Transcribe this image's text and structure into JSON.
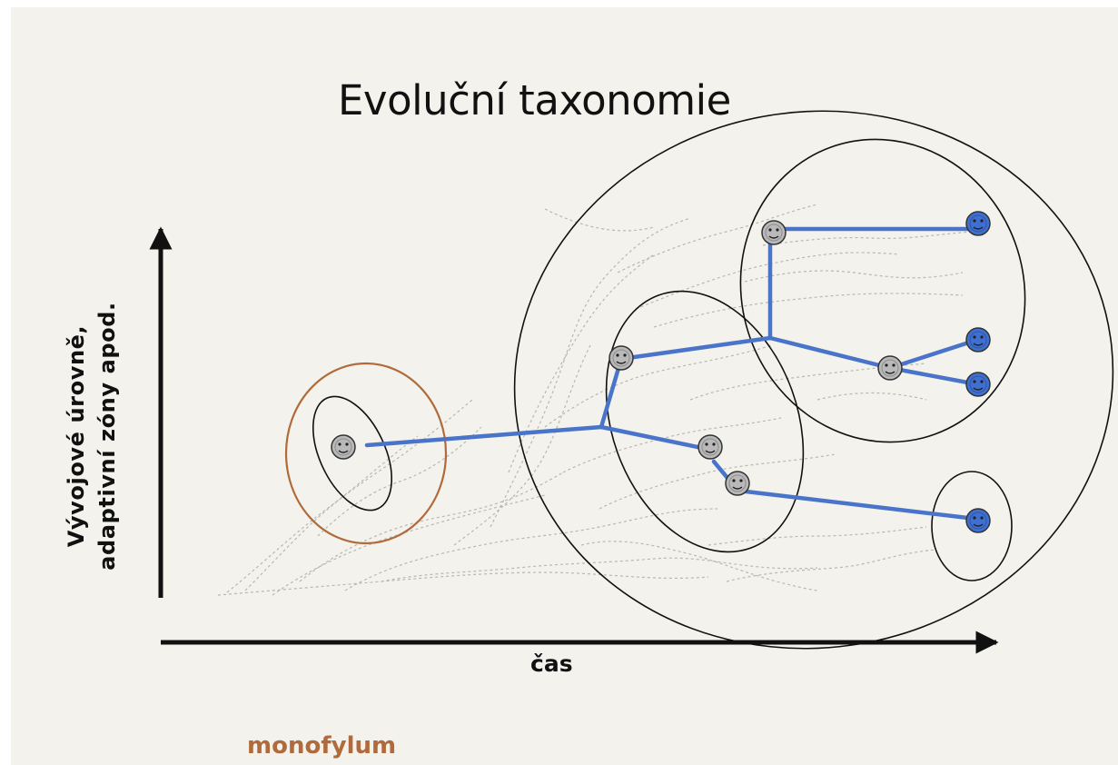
{
  "title": "Evoluční taxonomie",
  "xlabel": "čas",
  "ylabel_line1": "Vývojové úrovně,",
  "ylabel_line2": "adaptivní zóny apod.",
  "legend_label": "monofylum",
  "colors": {
    "background": "#f3f2ec",
    "lineage": "#4a74c9",
    "ancestor_face": "#b9b9b9",
    "descendant_face": "#3f6fd0",
    "monofylum": "#b06a3b",
    "outline": "#111111",
    "faint_branches": "#b8b8b2"
  },
  "nodes": [
    {
      "id": "n1",
      "kind": "ancestor"
    },
    {
      "id": "n2",
      "kind": "ancestor"
    },
    {
      "id": "n3",
      "kind": "ancestor"
    },
    {
      "id": "n4",
      "kind": "ancestor"
    },
    {
      "id": "n5",
      "kind": "ancestor"
    },
    {
      "id": "n6",
      "kind": "ancestor"
    },
    {
      "id": "n7",
      "kind": "descendant"
    },
    {
      "id": "n8",
      "kind": "descendant"
    },
    {
      "id": "n9",
      "kind": "descendant"
    },
    {
      "id": "n10",
      "kind": "descendant"
    }
  ]
}
